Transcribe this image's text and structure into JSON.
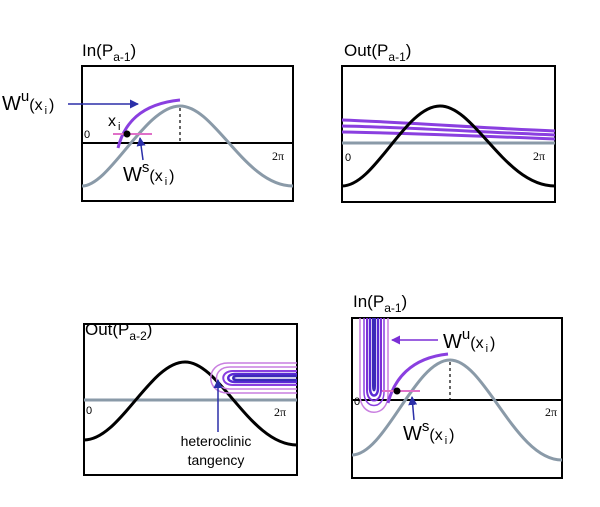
{
  "panels": {
    "top_left": {
      "title_base": "In(P",
      "title_sub": "a-1",
      "title_close": ")",
      "zero": "0",
      "two_pi": "2π",
      "point_label": "x",
      "point_sub": "i",
      "wu_base": "W",
      "wu_sup": "u",
      "wu_arg": "(x",
      "wu_arg_sub": "i",
      "wu_close": ")",
      "ws_base": "W",
      "ws_sup": "s",
      "ws_arg": "(x",
      "ws_arg_sub": "i",
      "ws_close": ")"
    },
    "top_right": {
      "title_base": "Out(P",
      "title_sub": "a-1",
      "title_close": ")",
      "zero": "0",
      "two_pi": "2π"
    },
    "bottom_left": {
      "title_base": "Out(P",
      "title_sub": "a-2",
      "title_close": ")",
      "zero": "0",
      "two_pi": "2π",
      "annotation_line1": "heteroclinic",
      "annotation_line2": "tangency"
    },
    "bottom_right": {
      "title_base": "In(P",
      "title_sub": "a-1",
      "title_close": ")",
      "zero": "0",
      "two_pi": "2π",
      "wu_base": "W",
      "wu_sup": "u",
      "wu_arg": "(x",
      "wu_arg_sub": "i",
      "wu_close": ")",
      "ws_base": "W",
      "ws_sup": "s",
      "ws_arg": "(x",
      "ws_arg_sub": "i",
      "ws_close": ")"
    }
  },
  "colors": {
    "frame": "#000000",
    "black_curve": "#000000",
    "gray_curve": "#8a9aa8",
    "purple": "#7b2fd6",
    "light_purple": "#c97fe0",
    "pink": "#e070c8",
    "navy_arrow": "#2b2fa8"
  }
}
